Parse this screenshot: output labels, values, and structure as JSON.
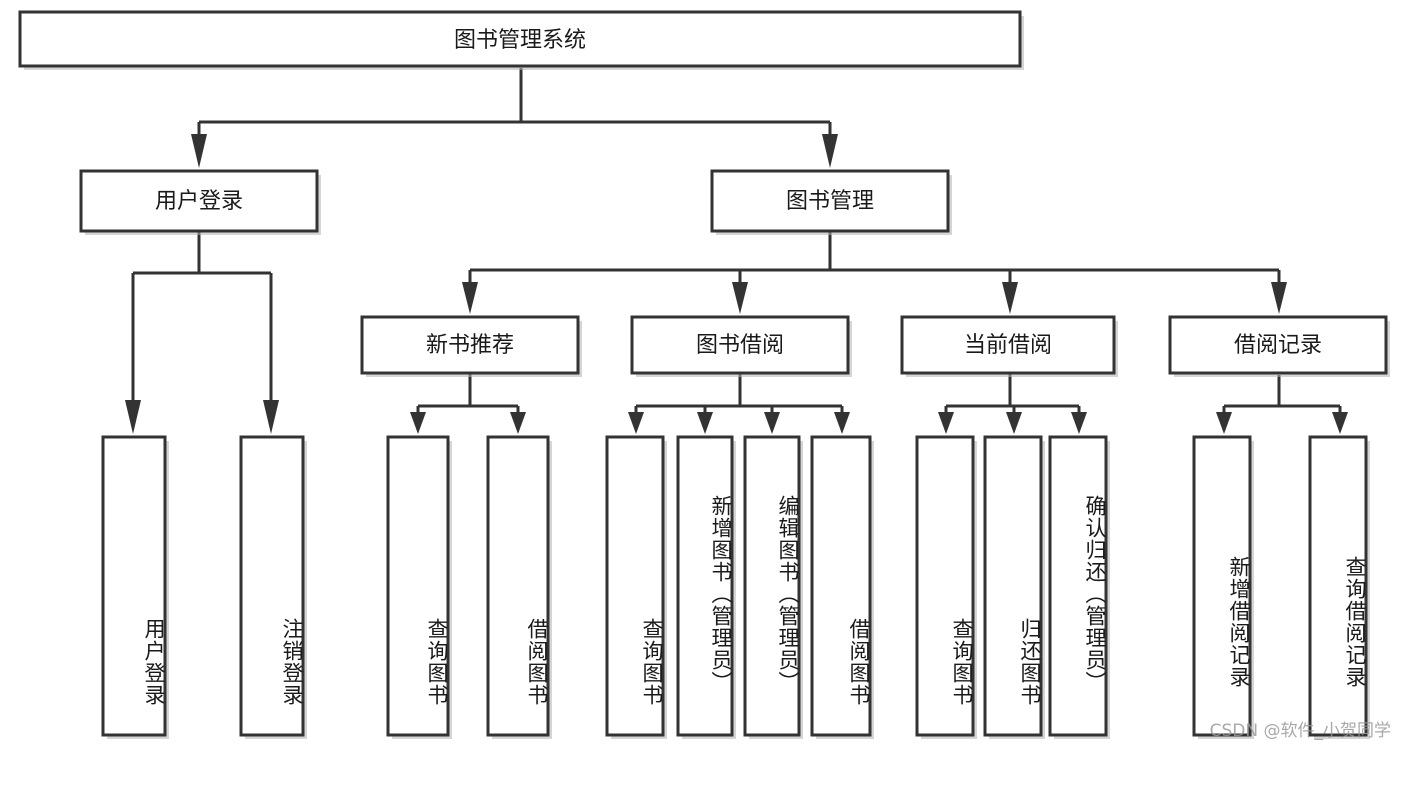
{
  "diagram": {
    "title": "图书管理系统",
    "type": "hierarchy-tree",
    "watermark": "CSDN @软件_小贺同学",
    "colors": {
      "border": "#333333",
      "fill": "#ffffff",
      "text": "#1a1a1a",
      "watermark": "#9a9a9a"
    },
    "levels": {
      "root": {
        "label": "图书管理系统"
      },
      "level1": [
        {
          "label": "用户登录"
        },
        {
          "label": "图书管理"
        }
      ],
      "level2": [
        {
          "label": "新书推荐"
        },
        {
          "label": "图书借阅"
        },
        {
          "label": "当前借阅"
        },
        {
          "label": "借阅记录"
        }
      ],
      "leaves": {
        "user_login": [
          {
            "label": "用户登录"
          },
          {
            "label": "注销登录"
          }
        ],
        "new_book_recommend": [
          {
            "label": "查询图书"
          },
          {
            "label": "借阅图书"
          }
        ],
        "book_borrow": [
          {
            "label": "查询图书"
          },
          {
            "label": "新增图书（管理员）"
          },
          {
            "label": "编辑图书（管理员）"
          },
          {
            "label": "借阅图书"
          }
        ],
        "current_borrow": [
          {
            "label": "查询图书"
          },
          {
            "label": "归还图书"
          },
          {
            "label": "确认归还（管理员）"
          }
        ],
        "borrow_record": [
          {
            "label": "新增借阅记录"
          },
          {
            "label": "查询借阅记录"
          }
        ]
      }
    }
  }
}
